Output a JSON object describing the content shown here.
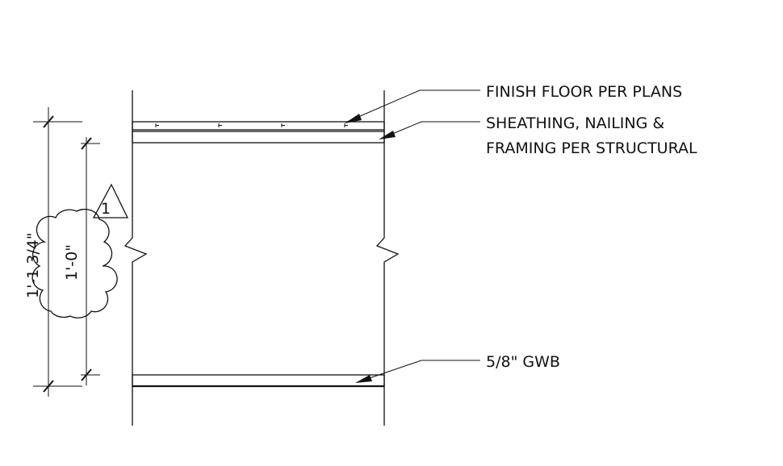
{
  "callouts": {
    "finish_floor": "FINISH FLOOR PER PLANS",
    "sheathing_line1": "SHEATHING, NAILING &",
    "sheathing_line2": "FRAMING PER STRUCTURAL",
    "gwb": "5/8\" GWB"
  },
  "dimensions": {
    "overall": "1'-1 3/4\"",
    "inner": "1'-0\""
  },
  "revision": {
    "number": "1"
  }
}
